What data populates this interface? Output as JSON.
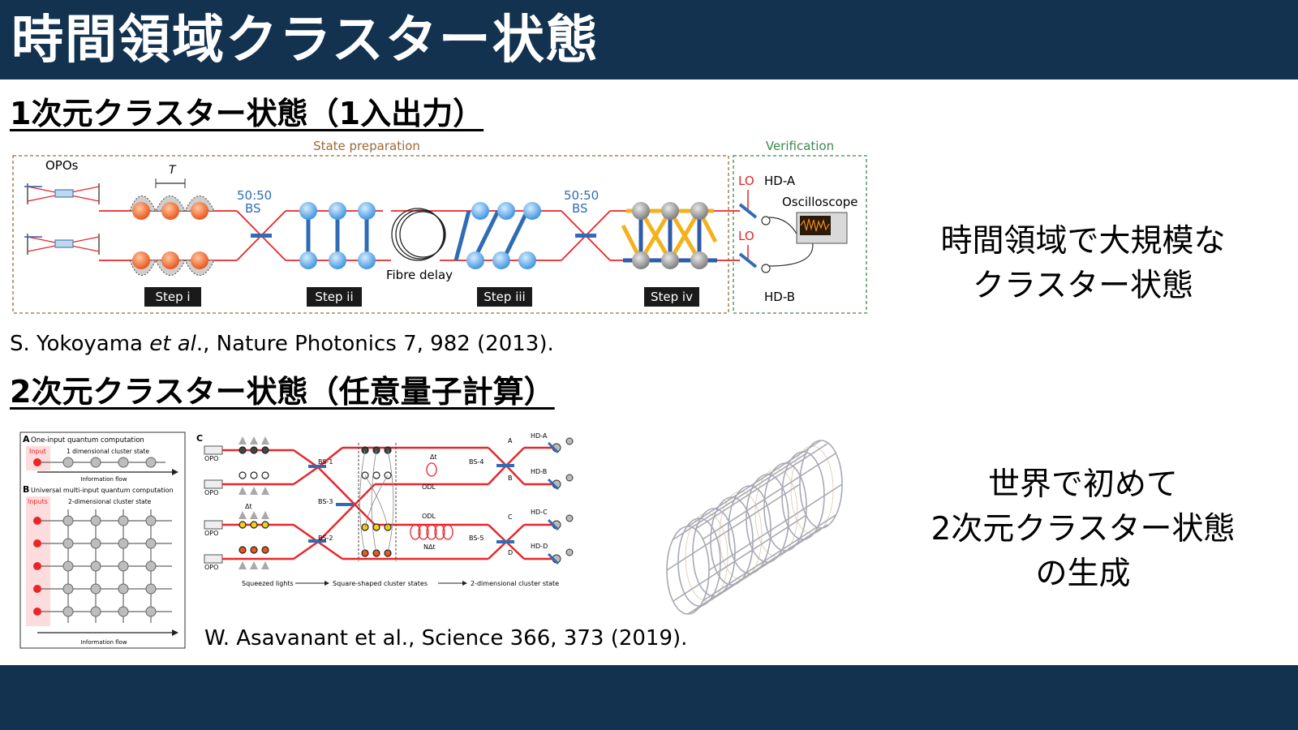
{
  "slide_title": "時間領域クラスター状態",
  "section1": {
    "heading": "1次元クラスター状態（1入出力）",
    "citation": "S. Yokoyama et al., Nature Photonics 7, 982 (2013).",
    "citation_parts": {
      "pre": "S. Yokoyama ",
      "em": "et al",
      "post": "., Nature Photonics 7, 982 (2013)."
    },
    "figure": {
      "state_prep_label": "State preparation",
      "verification_label": "Verification",
      "opos_label": "OPOs",
      "t_label": "T",
      "bs1_label_a": "50:50",
      "bs1_label_b": "BS",
      "bs2_label_a": "50:50",
      "bs2_label_b": "BS",
      "fibre_label": "Fibre delay",
      "lo_top": "LO",
      "lo_bottom": "LO",
      "hd_a": "HD-A",
      "hd_b": "HD-B",
      "osc_label": "Oscilloscope",
      "steps": [
        "Step i",
        "Step ii",
        "Step iii",
        "Step iv"
      ]
    },
    "side_text_lines": [
      "時間領域で大規模な",
      "クラスター状態"
    ]
  },
  "section2": {
    "heading": "2次元クラスター状態（任意量子計算）",
    "citation": "W. Asavanant et al., Science 366, 373 (2019).",
    "figure_a": {
      "panel_a_letter": "A",
      "panel_a_title": "One-input quantum computation",
      "input_label": "Input",
      "cluster_1d_label": "1 dimensional cluster state",
      "info_flow_label": "Information flow",
      "panel_b_letter": "B",
      "panel_b_title": "Universal multi-input quantum computation",
      "inputs_label": "Inputs",
      "cluster_2d_label": "2-dimensional cluster state",
      "info_flow_label_b": "Information flow"
    },
    "figure_c": {
      "panel_letter": "C",
      "opo_labels": [
        "OPO",
        "OPO",
        "OPO",
        "OPO"
      ],
      "bs_labels": [
        "BS-1",
        "BS-2",
        "BS-3",
        "BS-4",
        "BS-5"
      ],
      "delta_t": "Δt",
      "delta_t_left": "Δt",
      "odl_top": "ODL",
      "odl_bottom": "ODL",
      "n_delta_t": "NΔt",
      "hd_labels": [
        "HD-A",
        "HD-B",
        "HD-C",
        "HD-D"
      ],
      "port_labels": [
        "A",
        "B",
        "C",
        "D"
      ],
      "flow_labels": [
        "Squeezed lights",
        "Square-shaped cluster states",
        "2-dimensional cluster state"
      ]
    },
    "side_text_lines": [
      "世界で初めて",
      "2次元クラスター状態",
      "の生成"
    ]
  },
  "colors": {
    "title_bar": "#12324f",
    "beam": "#e8262a",
    "pulse": "#f26a2e",
    "node": "#5aa8e8",
    "bond": "#2f6cb4",
    "gold": "#f2b21c",
    "state_prep_frame": "#9a6a3a",
    "verification_frame": "#3a8a4a"
  }
}
